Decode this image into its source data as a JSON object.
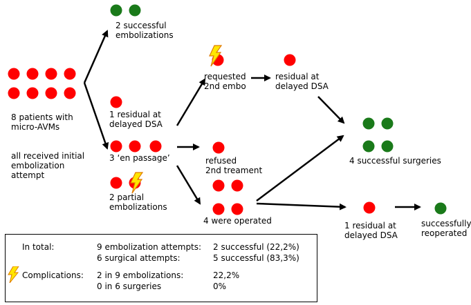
{
  "colors": {
    "fail": "#ff0000",
    "success": "#1a7a1a",
    "bolt_fill": "#ffe600",
    "bolt_stroke": "#e07b00",
    "arrow": "#000000"
  },
  "nodes": {
    "start": {
      "line1": "8 patients with",
      "line2": "micro-AVMs",
      "line3": "all received initial",
      "line4": "embolization",
      "line5": "attempt"
    },
    "success_top": {
      "line1": "2 successful",
      "line2": "embolizations"
    },
    "residual1": {
      "line1": "1 residual at",
      "line2": "delayed DSA"
    },
    "en_passage": {
      "label": "3 ‘en passage’"
    },
    "partial": {
      "line1": "2 partial",
      "line2": "embolizations"
    },
    "requested": {
      "line1": "requested",
      "line2": "2nd embo"
    },
    "residual2": {
      "line1": "residual at",
      "line2": "delayed DSA"
    },
    "refused": {
      "line1": "refused",
      "line2": "2nd treament"
    },
    "operated": {
      "label": "4 were operated"
    },
    "surgeries": {
      "label": "4 successful surgeries"
    },
    "residual3": {
      "line1": "1 residual at",
      "line2": "delayed DSA"
    },
    "reoperated": {
      "line1": "successfully",
      "line2": "reoperated"
    }
  },
  "summary": {
    "total_label": "In total:",
    "total_attempts_emb": "9 embolization attempts:",
    "total_result_emb": "2 successful (22,2%)",
    "total_attempts_surg": "6 surgical attempts:",
    "total_result_surg": "5 successful (83,3%)",
    "complications_label": "Complications:",
    "comp_emb": "2 in 9 embolizations:",
    "comp_emb_pct": "22,2%",
    "comp_surg": "0 in 6 surgeries",
    "comp_surg_pct": "0%"
  }
}
